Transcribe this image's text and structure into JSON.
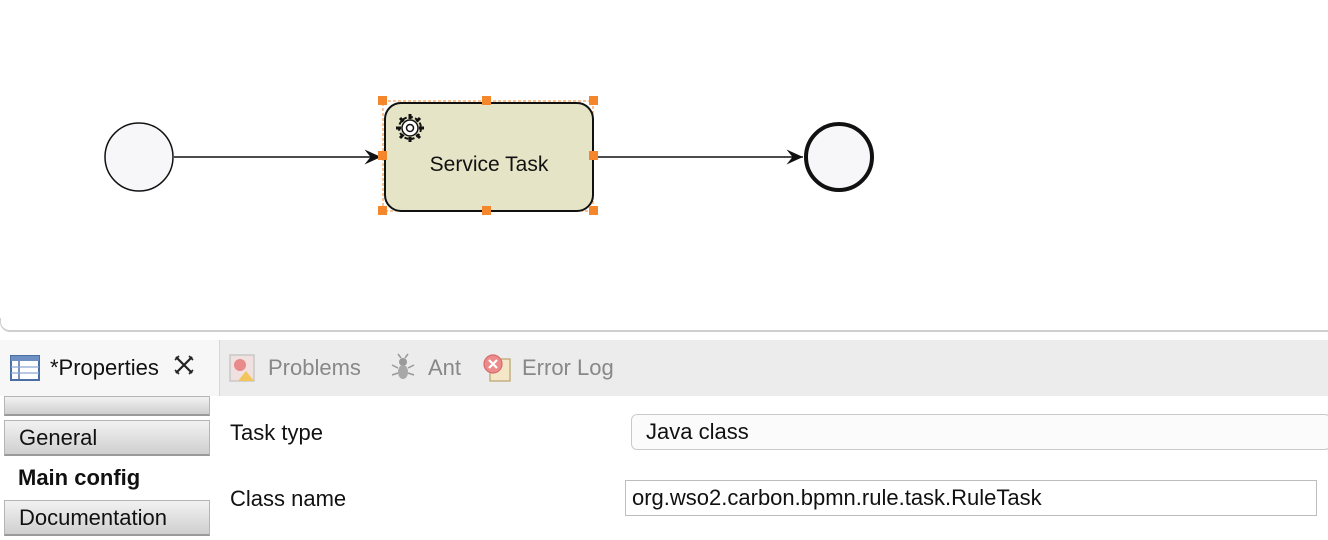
{
  "diagram": {
    "service_task_label": "Service Task",
    "task_fill": "#e6e4c6",
    "handle_color": "#f4872b"
  },
  "panel": {
    "tabs": [
      {
        "label": "*Properties",
        "icon": "properties-icon",
        "active": true
      },
      {
        "label": "Problems",
        "icon": "problems-icon",
        "active": false
      },
      {
        "label": "Ant",
        "icon": "ant-icon",
        "active": false
      },
      {
        "label": "Error Log",
        "icon": "error-log-icon",
        "active": false
      }
    ],
    "sections": [
      {
        "label": "General",
        "active": false
      },
      {
        "label": "Main config",
        "active": true
      },
      {
        "label": "Documentation",
        "active": false
      }
    ]
  },
  "form": {
    "task_type_label": "Task type",
    "task_type_value": "Java class",
    "class_name_label": "Class name",
    "class_name_value": "org.wso2.carbon.bpmn.rule.task.RuleTask"
  }
}
